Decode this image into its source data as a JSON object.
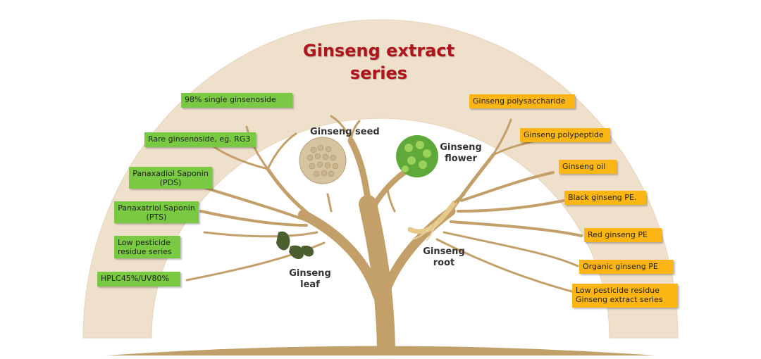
{
  "title_line1": "Ginseng extract",
  "title_line2": "series",
  "parts": {
    "seed": "Ginseng seed",
    "flower_line1": "Ginseng",
    "flower_line2": "flower",
    "leaf_line1": "Ginseng",
    "leaf_line2": "leaf",
    "root_line1": "Ginseng",
    "root_line2": "root"
  },
  "left_items": [
    "98% single ginsenoside",
    "Rare ginsenoside, eg. RG3",
    "Panaxadiol Saponin\n(PDS)",
    "Panaxatriol Saponin\n(PTS)",
    "Low pesticide\nresidue series",
    "HPLC45%/UV80%"
  ],
  "right_items": [
    "Ginseng polysaccharide",
    "Ginseng polypeptide",
    "Ginseng oil",
    "Black ginseng PE.",
    "Red ginseng PE",
    "Organic ginseng PE",
    "Low pesticide residue\nGinseng extract series"
  ],
  "colors": {
    "arch": "#efe0cc",
    "tree": "#c3a06a",
    "title": "#b0141c",
    "left_tag": "#7ac943",
    "right_tag": "#fbb616"
  }
}
